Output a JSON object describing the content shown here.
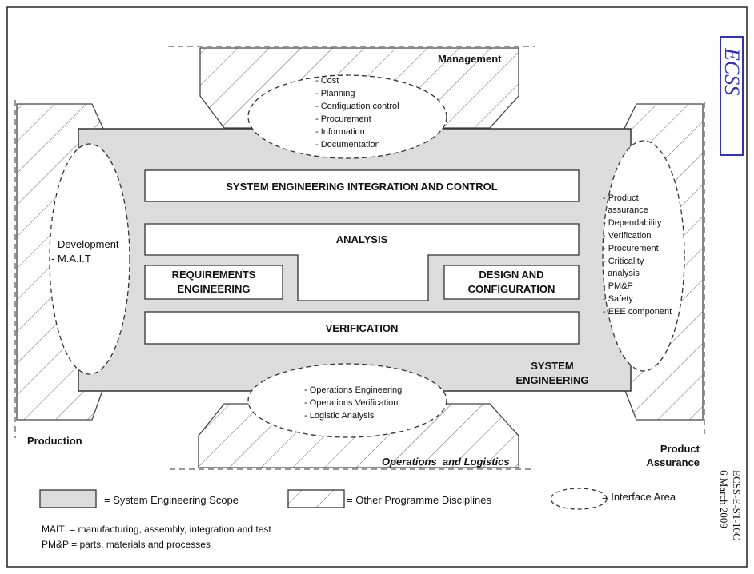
{
  "logo": {
    "text": "ECSS",
    "color": "#3333aa"
  },
  "side_ref": {
    "doc_id": "ECSS-E-ST-10C",
    "date": "6 March 2009"
  },
  "colors": {
    "scope_fill": "#dcdcdc",
    "hatch": "#555555",
    "line": "#333333"
  },
  "diagram": {
    "boxes": {
      "integration": "SYSTEM ENGINEERING INTEGRATION AND CONTROL",
      "analysis": "ANALYSIS",
      "requirements": [
        "REQUIREMENTS",
        "ENGINEERING"
      ],
      "design": [
        "DESIGN AND",
        "CONFIGURATION"
      ],
      "verification": "VERIFICATION"
    },
    "scope_label": [
      "SYSTEM",
      "ENGINEERING"
    ],
    "areas": {
      "management": {
        "label": "Management",
        "items": [
          "- Cost",
          "- Planning",
          "- Configuation control",
          "- Procurement",
          "- Information",
          "- Documentation"
        ]
      },
      "production": {
        "label": "Production",
        "items": [
          "- Development",
          "- M.A.I.T"
        ]
      },
      "product_assurance": {
        "label": [
          "Product",
          "Assurance"
        ],
        "items": [
          "- Product",
          "  assurance",
          "- Dependability",
          "- Verification",
          "- Procurement",
          "- Criticality",
          "  analysis",
          "- PM&P",
          "- Safety",
          "- EEE component"
        ]
      },
      "operations": {
        "label": "Operations  and Logistics",
        "items": [
          "- Operations Engineering",
          "- Operations Verification",
          "- Logistic Analysis"
        ]
      }
    },
    "legend": {
      "scope": "= System Engineering Scope",
      "other": "= Other Programme Disciplines",
      "interface": "= Interface Area"
    },
    "notes": [
      "MAIT  = manufacturing, assembly, integration and test",
      "PM&P = parts, materials and processes"
    ]
  }
}
